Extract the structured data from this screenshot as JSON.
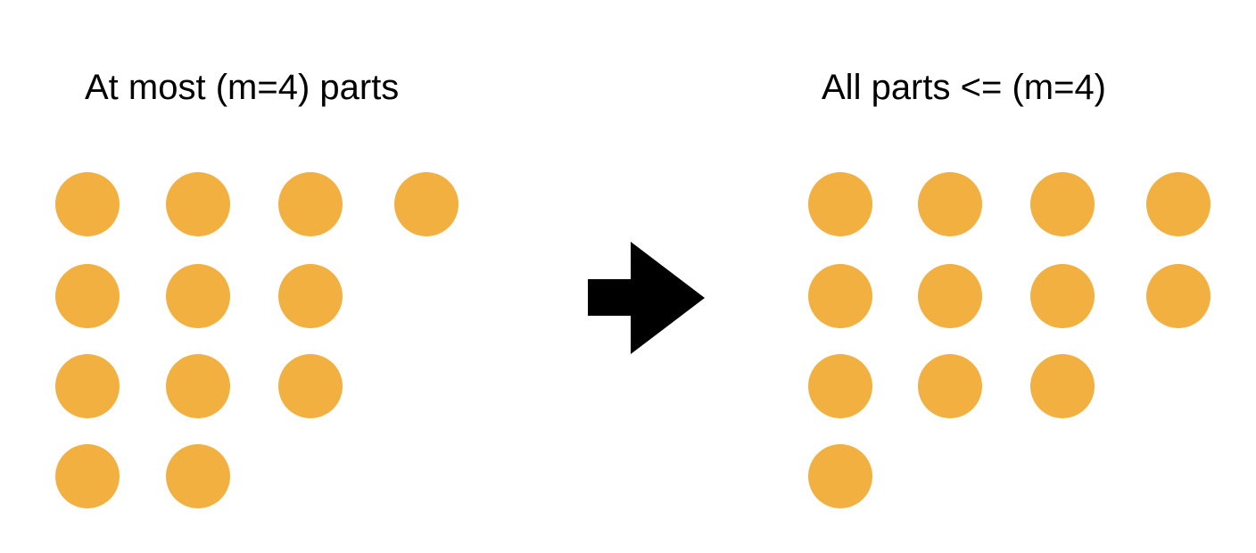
{
  "left": {
    "title": "At most (m=4) parts",
    "row_counts": [
      4,
      3,
      3,
      2
    ]
  },
  "right": {
    "title": "All parts <= (m=4)",
    "row_counts": [
      4,
      4,
      3,
      1
    ]
  },
  "colors": {
    "dot": "#F2B040",
    "arrow": "#000000"
  }
}
